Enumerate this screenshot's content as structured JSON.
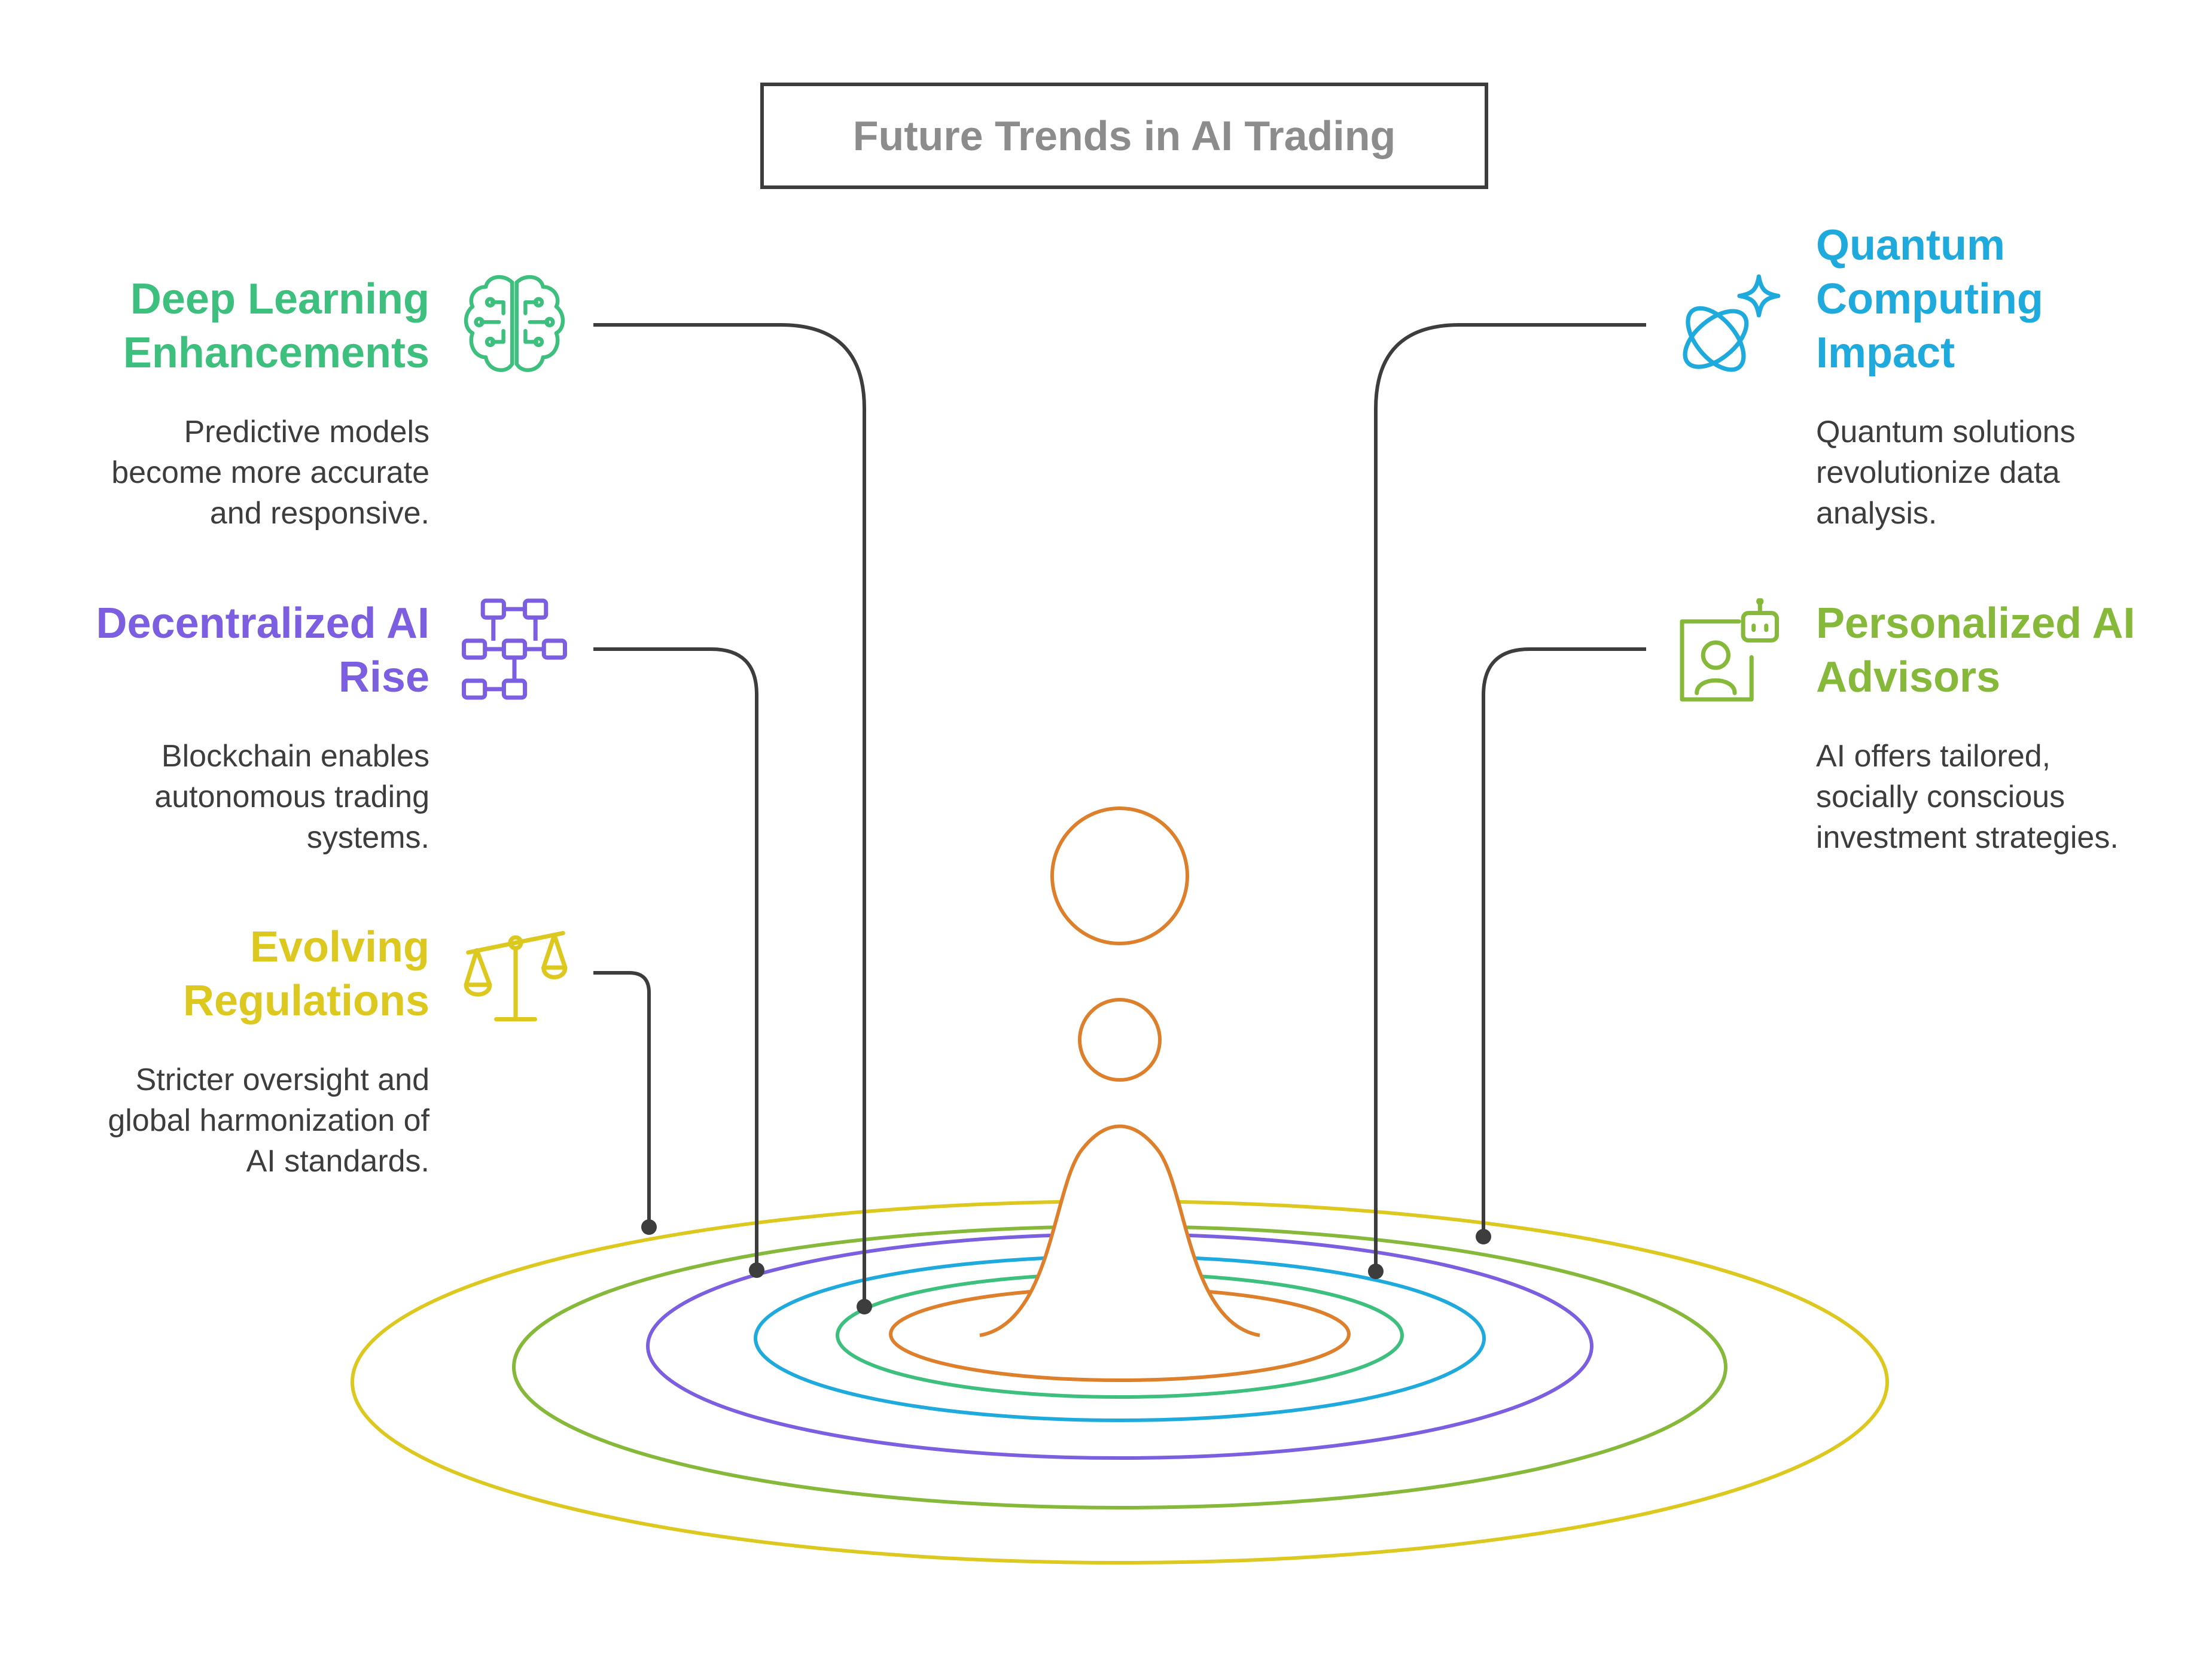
{
  "title": "Future Trends in AI Trading",
  "colors": {
    "deep_learning": "#3dbf7e",
    "decentralized": "#7b5fe0",
    "regulations": "#dcc81e",
    "quantum": "#1faadd",
    "personalized": "#86b83a",
    "center": "#dd7f2b",
    "connector": "#3d3d3d",
    "title_text": "#8c8c8c"
  },
  "trends": {
    "deep_learning": {
      "heading": "Deep Learning Enhancements",
      "heading_lines": [
        "Deep Learning",
        "Enhancements"
      ],
      "description_lines": [
        "Predictive models",
        "become more accurate",
        "and responsive."
      ],
      "icon": "brain-icon"
    },
    "decentralized": {
      "heading": "Decentralized AI Rise",
      "heading_lines": [
        "Decentralized AI",
        "Rise"
      ],
      "description_lines": [
        "Blockchain enables",
        "autonomous trading",
        "systems."
      ],
      "icon": "network-blocks-icon"
    },
    "regulations": {
      "heading": "Evolving Regulations",
      "heading_lines": [
        "Evolving",
        "Regulations"
      ],
      "description_lines": [
        "Stricter oversight and",
        "global harmonization of",
        "AI standards."
      ],
      "icon": "scales-icon"
    },
    "quantum": {
      "heading": "Quantum Computing Impact",
      "heading_lines": [
        "Quantum",
        "Computing",
        "Impact"
      ],
      "description_lines": [
        "Quantum solutions",
        "revolutionize data",
        "analysis."
      ],
      "icon": "atom-sparkle-icon"
    },
    "personalized": {
      "heading": "Personalized AI Advisors",
      "heading_lines": [
        "Personalized AI",
        "Advisors"
      ],
      "description_lines": [
        "AI offers tailored,",
        "socially conscious",
        "investment strategies."
      ],
      "icon": "user-robot-icon"
    }
  }
}
